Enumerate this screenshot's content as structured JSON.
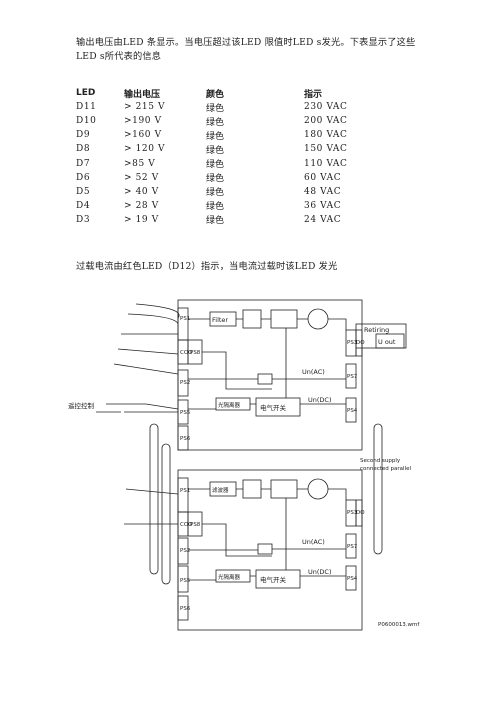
{
  "intro": "输出电压由LED 条显示。当电压超过该LED 限值时LED s发光。下表显示了这些LED s所代表的信息",
  "table": {
    "headers": [
      "LED",
      "输出电压",
      "颜色",
      "指示"
    ],
    "rows": [
      [
        "D11",
        "> 215 V",
        "绿色",
        "230 VAC"
      ],
      [
        "D10",
        ">190 V",
        "绿色",
        "200 VAC"
      ],
      [
        "D9",
        ">160 V",
        "绿色",
        "180 VAC"
      ],
      [
        "D8",
        "> 120 V",
        "绿色",
        "150 VAC"
      ],
      [
        "D7",
        ">85 V",
        "绿色",
        "110 VAC"
      ],
      [
        "D6",
        "> 52 V",
        "绿色",
        "60 VAC"
      ],
      [
        "D5",
        "> 40 V",
        "绿色",
        "48 VAC"
      ],
      [
        "D4",
        "> 28 V",
        "绿色",
        "36 VAC"
      ],
      [
        "D3",
        "> 19 V",
        "绿色",
        "24 VAC"
      ]
    ]
  },
  "overload_note": "过载电流由红色LED（D12）指示，当电流过载时该LED 发光",
  "diagram": {
    "ext_label": "遥控控制",
    "upper": {
      "ps1": "PS1",
      "ps3": "PS3",
      "ps2": "PS2",
      "ps5": "PS5",
      "ps6": "PS6",
      "ps7": "PS7",
      "ps4": "PS4",
      "ps8": "PS8",
      "filter": "Filter",
      "opto": "光隔离器",
      "switch": "电气开关",
      "un_ac": "Un(AC)",
      "un_dc": "Un(DC)",
      "retiring": "Retiring",
      "u_out": "U out",
      "coo": "COO",
      "do": "DO"
    },
    "lower": {
      "ps1": "PS1",
      "ps3": "PS3",
      "ps2": "PS2",
      "ps5": "PS5",
      "ps6": "PS6",
      "ps7": "PS7",
      "ps4": "PS4",
      "ps8": "PS8",
      "filter": "滤波器",
      "opto": "光隔离器",
      "switch": "电气开关",
      "un_ac": "Un(AC)",
      "un_dc": "Un(DC)",
      "coo": "COO",
      "do": "DO"
    },
    "second_supply_1": "Second supply",
    "second_supply_2": "connected parallel",
    "file_ref": "P0600013.wmf"
  }
}
